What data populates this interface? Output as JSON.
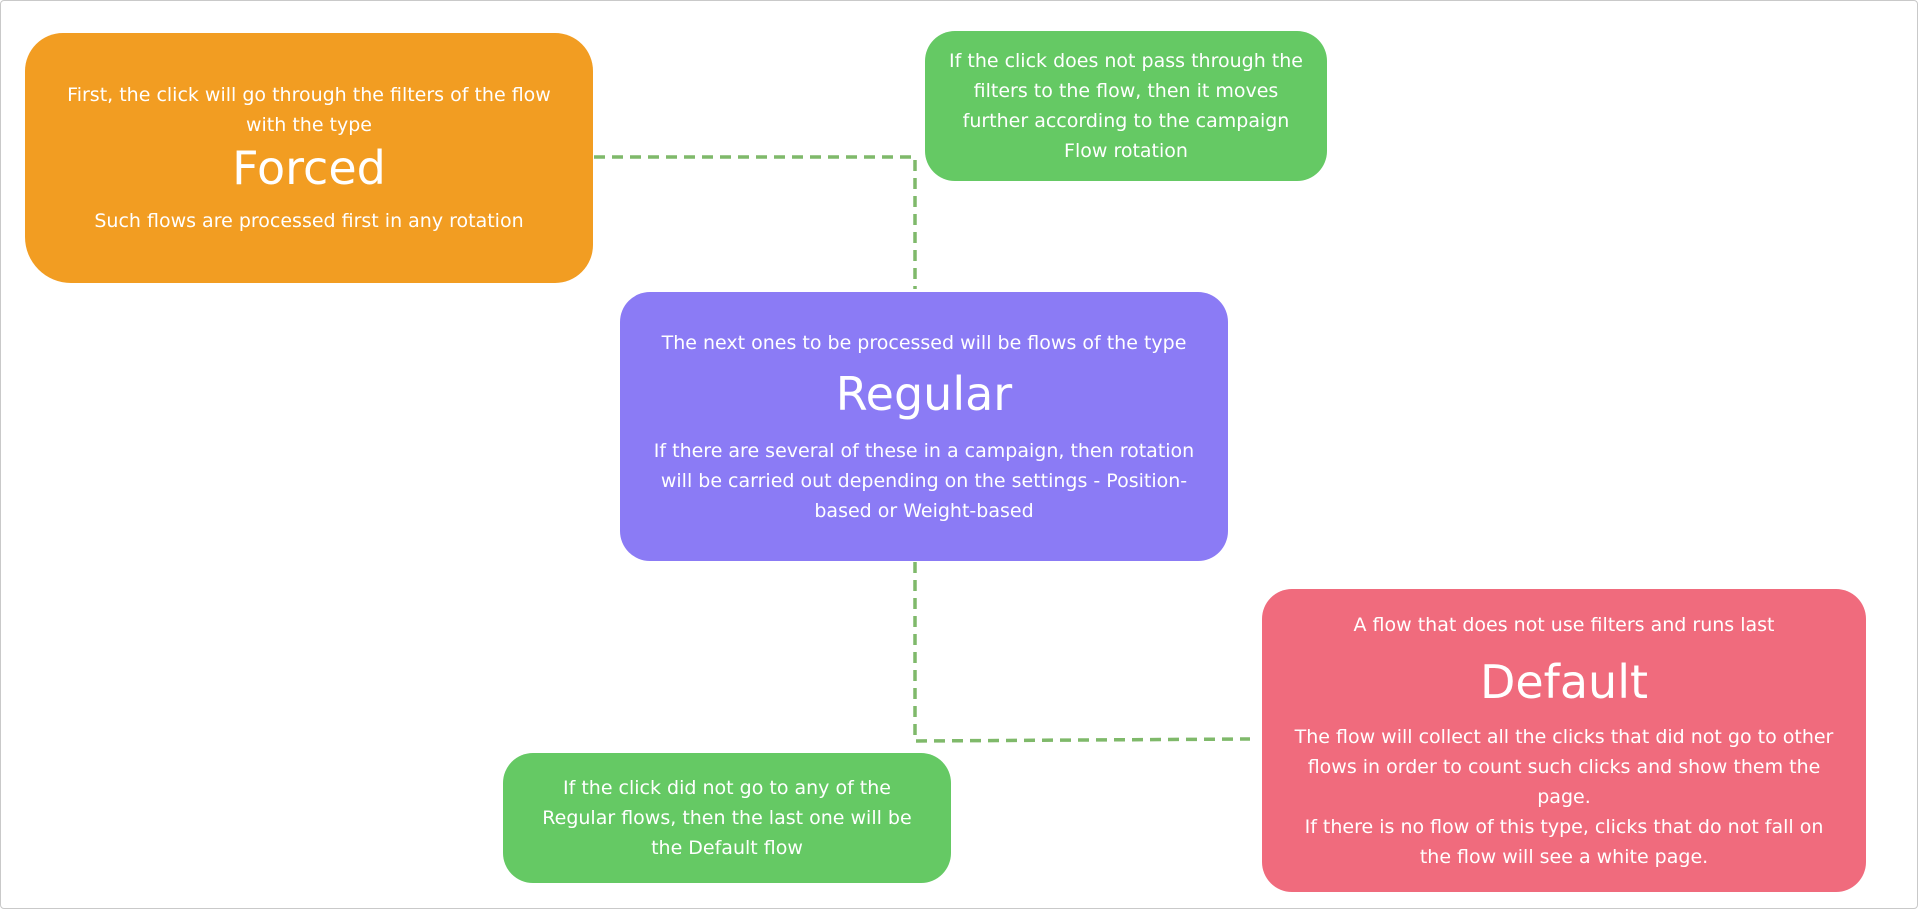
{
  "colors": {
    "forced": "#f29d22",
    "regular": "#8b7bf5",
    "default": "#f06b7d",
    "note": "#65c964",
    "connector": "#7fb96a"
  },
  "forced": {
    "intro": "First, the click will go through the filters of the flow with the type",
    "title": "Forced",
    "description": "Such flows are processed first in any rotation"
  },
  "note_top": {
    "text": "If the click does not pass through the filters to the flow, then it moves further according to the campaign Flow rotation"
  },
  "regular": {
    "intro": "The next ones to be processed will be flows of the type",
    "title": "Regular",
    "description": "If there are several of these in a campaign, then rotation will be carried out depending on the settings - Position-based or Weight-based"
  },
  "default": {
    "intro": "A flow that does not use filters and runs last",
    "title": "Default",
    "description_1": "The flow will collect all the clicks that did not go to other flows in order to count such clicks and show them the page.",
    "description_2": "If there is no flow of this type, clicks that do not fall on the flow will see a white page."
  },
  "note_bottom": {
    "text": "If the click did not go to any of the Regular flows, then the last one will be the Default flow"
  }
}
